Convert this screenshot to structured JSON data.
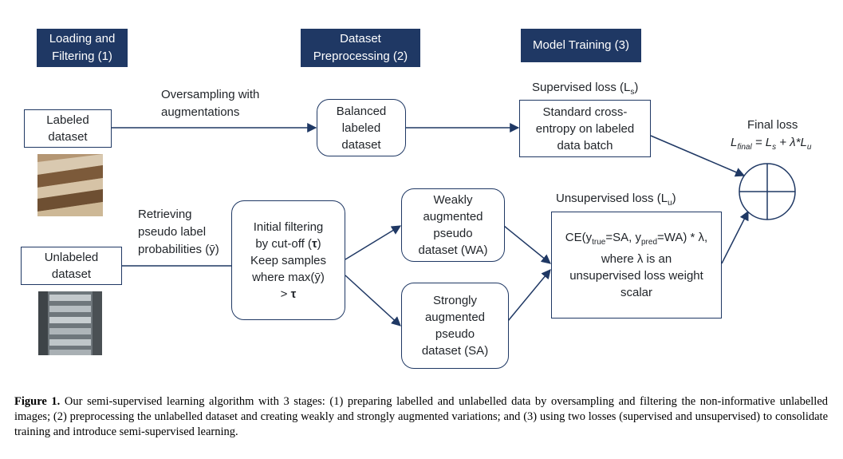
{
  "stages": [
    {
      "label": "Loading and\nFiltering (1)"
    },
    {
      "label": "Dataset\nPreprocessing (2)"
    },
    {
      "label": "Model Training (3)"
    }
  ],
  "nodes": {
    "labeled_dataset": "Labeled\ndataset",
    "unlabeled_dataset": "Unlabeled\ndataset",
    "balanced": "Balanced\nlabeled\ndataset",
    "initial_filter_lines": [
      "Initial filtering",
      "by cut-off (",
      ")",
      "Keep samples",
      "where max(ȳ)",
      "> "
    ],
    "tau": "τ",
    "weak": "Weakly\naugmented\npseudo\ndataset (WA)",
    "strong": "Strongly\naugmented\npseudo\ndataset (SA)",
    "supervised_box": "Standard cross-\nentropy on labeled\ndata batch",
    "unsup_box": {
      "ce_prefix": "CE(y",
      "true_sub": "true",
      "mid": "=SA, y",
      "pred_sub": "pred",
      "suffix": "=WA) * λ,",
      "rest": "where λ is an\nunsupervised loss weight\nscalar"
    }
  },
  "labels": {
    "oversampling": "Oversampling with\naugmentations",
    "retrieving": "Retrieving\npseudo label\nprobabilities (ȳ)",
    "supervised_loss_prefix": "Supervised loss (L",
    "supervised_loss_sub": "s",
    "supervised_loss_suffix": ")",
    "unsupervised_loss_prefix": "Unsupervised loss (L",
    "unsupervised_loss_sub": "u",
    "unsupervised_loss_suffix": ")",
    "final_loss": "Final loss",
    "formula": {
      "L": "L",
      "final_sub": "final",
      "eq": " = L",
      "s_sub": "s",
      "plus": " + λ*L",
      "u_sub": "u"
    }
  },
  "caption": {
    "bold": "Figure 1.",
    "text": " Our semi-supervised learning algorithm with 3 stages: (1) preparing labelled and unlabelled data by oversampling and filtering the non-informative unlabelled images; (2) preprocessing the unlabelled dataset and creating weakly and strongly augmented variations; and (3) using two losses (supervised and unsupervised) to consolidate training and introduce semi-supervised learning."
  },
  "colors": {
    "stage_bg": "#1f3864",
    "line": "#1f3864",
    "wood": "#9b7a55",
    "metal": "#8f979c"
  }
}
